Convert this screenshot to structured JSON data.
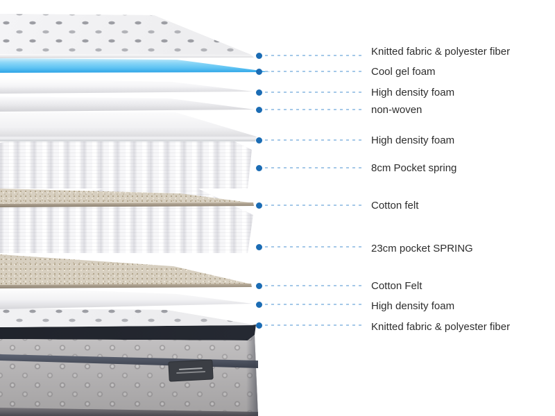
{
  "diagram": {
    "kind": "mattress-layer-callout-diagram",
    "callouts": [
      {
        "label": "Knitted fabric & polyester fiber"
      },
      {
        "label": "Cool gel foam"
      },
      {
        "label": "High density foam"
      },
      {
        "label": "non-woven"
      },
      {
        "label": "High density foam"
      },
      {
        "label": "8cm Pocket spring"
      },
      {
        "label": "Cotton felt"
      },
      {
        "label": "23cm pocket SPRING"
      },
      {
        "label": "Cotton Felt"
      },
      {
        "label": "High density foam"
      },
      {
        "label": "Knitted fabric & polyester fiber"
      }
    ],
    "colors": {
      "background": "#ffffff",
      "callout_dot": "#1b6cb4",
      "callout_dash": "#a4c8e8",
      "label_text": "#2d2d2d",
      "cool_gel_foam": "#5ec3f3",
      "foam_white": "#f4f4f6",
      "cotton_felt": "#d7cfc0",
      "mattress_fabric_gray": "#b4b2b3",
      "mattress_top_dark": "#262a33"
    }
  }
}
